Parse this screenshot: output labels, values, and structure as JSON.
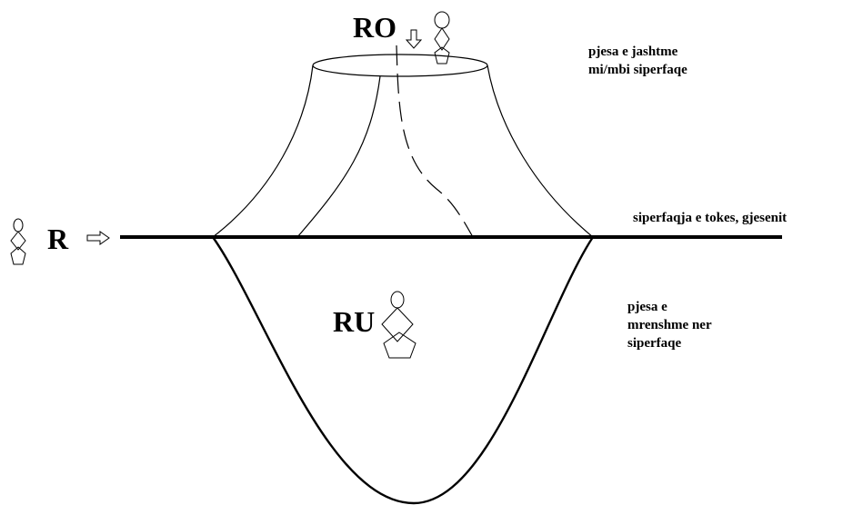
{
  "labels": {
    "ro": "RO",
    "r": "R",
    "ru": "RU",
    "outer_part_line1": "pjesa e jashtme",
    "outer_part_line2": "mi/mbi siperfaqe",
    "surface": "siperfaqja e tokes, gjesenit",
    "inner_part_line1": "pjesa e",
    "inner_part_line2": "mrenshme ner",
    "inner_part_line3": "siperfaqe"
  },
  "colors": {
    "ink": "#000000",
    "background": "#ffffff"
  },
  "icons": [
    "person-icon",
    "arrow-down-icon",
    "arrow-right-icon"
  ]
}
